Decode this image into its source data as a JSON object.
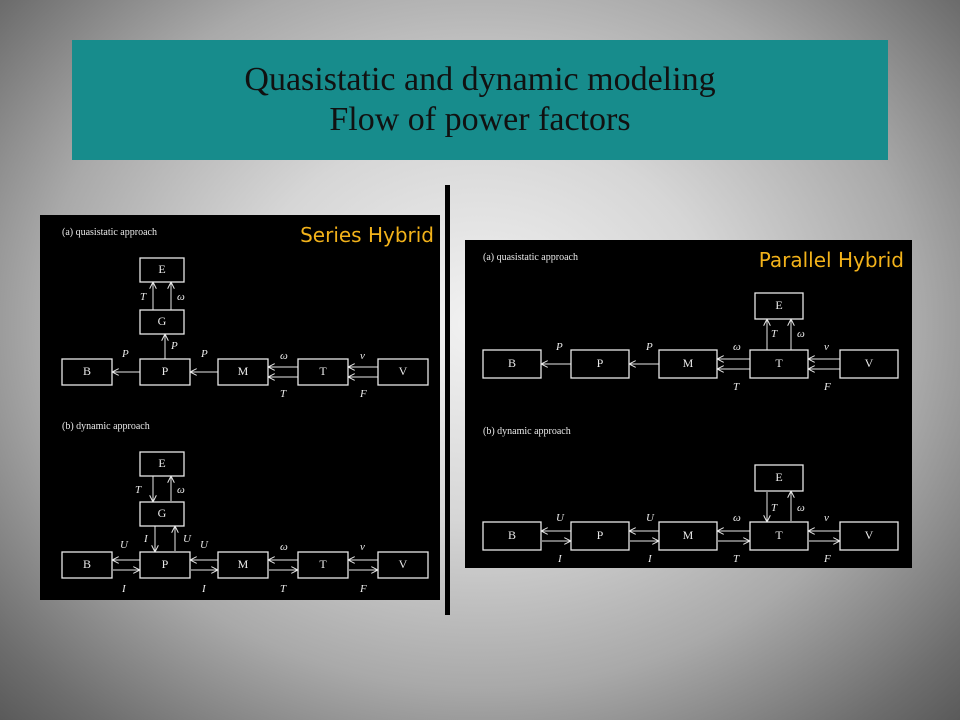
{
  "slide": {
    "title_line1": "Quasistatic and dynamic modeling",
    "title_line2": "Flow of power factors"
  },
  "series": {
    "label": "Series Hybrid",
    "section_a": "(a) quasistatic approach",
    "section_b": "(b) dynamic approach",
    "blocks": {
      "E": "E",
      "G": "G",
      "B": "B",
      "P": "P",
      "M": "M",
      "T": "T",
      "V": "V"
    },
    "vars_a": {
      "eg_left": "T",
      "eg_right": "ω",
      "gp": "P",
      "pb": "P",
      "mp": "P",
      "tm_top": "ω",
      "tm_bot": "T",
      "vt_top": "v",
      "vt_bot": "F"
    },
    "vars_b": {
      "eg_left": "T",
      "eg_right": "ω",
      "gp_left": "I",
      "gp_right": "U",
      "bp_top": "U",
      "bp_bot": "I",
      "pm_top": "U",
      "pm_bot": "I",
      "mt_top": "ω",
      "mt_bot": "T",
      "tv_top": "v",
      "tv_bot": "F"
    }
  },
  "parallel": {
    "label": "Parallel Hybrid",
    "section_a": "(a) quasistatic approach",
    "section_b": "(b) dynamic approach",
    "blocks": {
      "E": "E",
      "B": "B",
      "P": "P",
      "M": "M",
      "T": "T",
      "V": "V"
    },
    "vars_a": {
      "pb": "P",
      "mp": "P",
      "tm_top": "ω",
      "tm_bot": "T",
      "et_left": "T",
      "et_right": "ω",
      "vt_top": "v",
      "vt_bot": "F"
    },
    "vars_b": {
      "bp_top": "U",
      "bp_bot": "I",
      "pm_top": "U",
      "pm_bot": "I",
      "mt_top": "ω",
      "mt_bot": "T",
      "et_left": "T",
      "et_right": "ω",
      "tv_top": "v",
      "tv_bot": "F"
    }
  },
  "colors": {
    "title_bg": "#178c8c",
    "label": "#f2b21a",
    "panel_bg": "#000000"
  }
}
